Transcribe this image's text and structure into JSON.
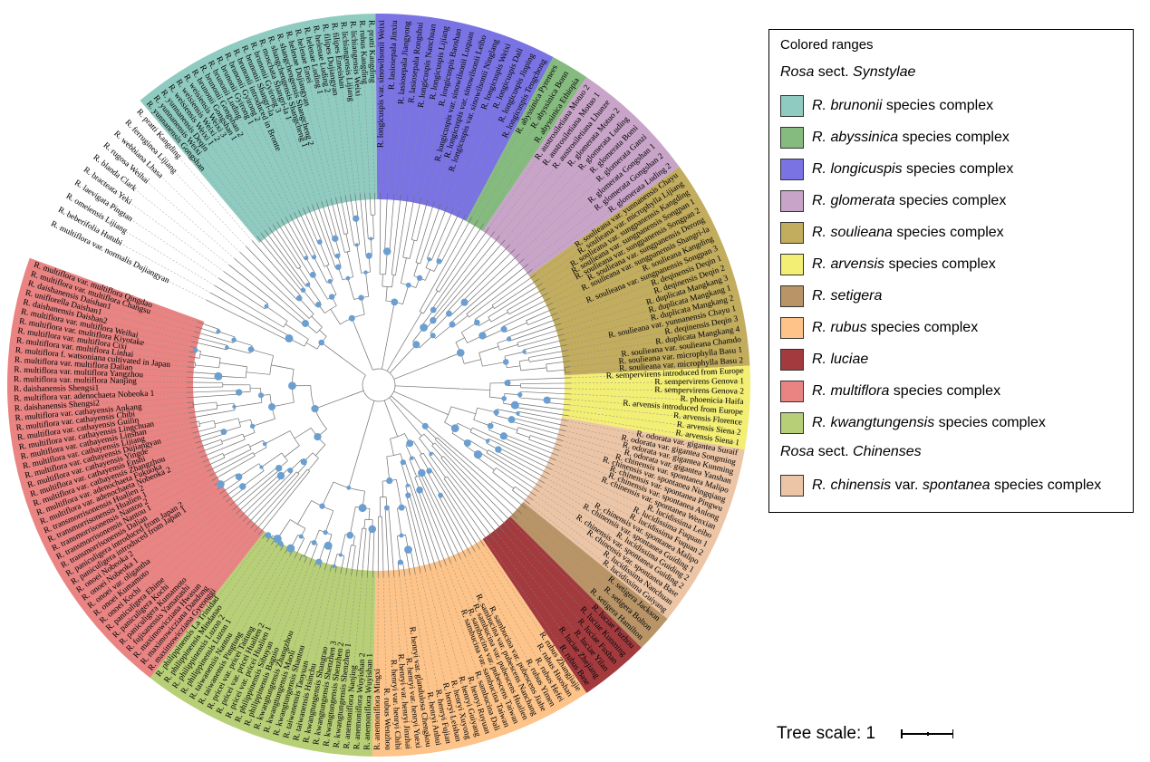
{
  "legend": {
    "title": "Colored ranges",
    "sections": [
      {
        "genus": "Rosa",
        "name": " sect. ",
        "taxon": "Synstylae",
        "items": [
          {
            "id": "brunonii",
            "italic": "R. brunonii",
            "rest": " species complex",
            "color": "#8fcbc0"
          },
          {
            "id": "abyssinica",
            "italic": "R. abyssinica",
            "rest": " species complex",
            "color": "#86bb80"
          },
          {
            "id": "longicuspis",
            "italic": "R. longicuspis",
            "rest": " species complex",
            "color": "#7a73e3"
          },
          {
            "id": "glomerata",
            "italic": "R. glomerata",
            "rest": " species complex",
            "color": "#c9a4c9"
          },
          {
            "id": "soulieana",
            "italic": "R. soulieana",
            "rest": " species complex",
            "color": "#c2ac5e"
          },
          {
            "id": "arvensis",
            "italic": "R. arvensis",
            "rest": " species complex",
            "color": "#f3ee74"
          },
          {
            "id": "setigera",
            "italic": "R. setigera",
            "rest": "",
            "color": "#b89467"
          },
          {
            "id": "rubus",
            "italic": "R. rubus",
            "rest": " species complex",
            "color": "#fdc388"
          },
          {
            "id": "luciae",
            "italic": "R. luciae",
            "rest": "",
            "color": "#a23a3e"
          },
          {
            "id": "multiflora",
            "italic": "R. multiflora",
            "rest": " species complex",
            "color": "#e98483"
          },
          {
            "id": "kwangtungensis",
            "italic": "R. kwangtungensis",
            "rest": " species complex",
            "color": "#b7cf76"
          }
        ]
      },
      {
        "genus": "Rosa",
        "name": " sect. ",
        "taxon": "Chinenses",
        "items": [
          {
            "id": "chinensis",
            "italic": "R. chinensis",
            "mid": " var. ",
            "italic2": "spontanea",
            "rest": " species complex",
            "color": "#ecc5a6"
          }
        ]
      }
    ]
  },
  "scale": {
    "label": "Tree scale: 1",
    "value": 1
  },
  "tree": {
    "clades": [
      {
        "id": "brunonii",
        "tips": [
          "R. yunnanensis Gongshan",
          "R. yunnanensis Weixi",
          "R. yunnanensis Deqin",
          "R. weisiensis Weixi 1",
          "R. weisiensis Weixi 2",
          "R. weisiensis Weixi 3",
          "R. brunonii Gongshan 1",
          "R. brunonii Gongshan 2",
          "R. brunonii Luding",
          "R. brunonii Gyirong 1",
          "R. brunonii Gyirong 2",
          "R. brunonii introduced in Bronte",
          "R. brunonii Shangri-la",
          "R. brunonii Gyirong 3",
          "R. moschata Shangri-la 1",
          "R. shangchengensis Shangcheng 1",
          "R. shangchengensis Shangcheng 2",
          "R. helenae Dujiangyan",
          "R. helenae Emei",
          "R. helenae Luding 1",
          "R. helenae Luding 2",
          "R. filipes Dujiangyan",
          "R. filipes Emeishan",
          "R. lichiangensis Lijiang",
          "R. lichiangensis Weixi",
          "R. rubus Kangding",
          "R. pratti Kangding"
        ]
      },
      {
        "id": "longicuspis",
        "tips": [
          "R. longicuspis var. sinowilsonii Weixi",
          "R. lasiosepala Jinxiu",
          "R. lasiosepala Jiangyong",
          "R. lasiosepala Rongshui",
          "R. longicuspis Nanchuan",
          "R. longicuspis Lijiang",
          "R. longicuspis Baoshan",
          "R. longicuspis var. sinowilsonii Luquan",
          "R. longicuspis var. sinowilsonii Leibo",
          "R. longicuspis var. sinowilsonii Ninglang",
          "R. longicuspis Weixi",
          "R. longicuspis Dali",
          "R. longicuspis Jinping",
          "R. longicuspis Tengchong"
        ]
      },
      {
        "id": "abyssinica",
        "tips": [
          "R. abyssinica Pyrenees",
          "R. abyssinica Bonn",
          "R. abyssinica Ethiopia"
        ]
      },
      {
        "id": "glomerata",
        "tips": [
          "R. austrosiletiana Motuo 2",
          "R. austrosiletiana Motuo 1",
          "R. austrosiletiana Lhunze",
          "R. glomerata Motuo 2",
          "R. glomerata Luding",
          "R. glomerata Bomi",
          "R. glomerata Ganzi",
          "R. glomerata Gongshan 1",
          "R. glomerata Gongshan 2",
          "R. glomerata Luding 2"
        ]
      },
      {
        "id": "soulieana",
        "tips": [
          "R. soulieana var. yunnanensis Chayu",
          "R. soulieana var. microphylla Lijiang",
          "R. soulieana var. sungpanensis Kangding",
          "R. soulieana var. sungpanensis Songpan 1",
          "R. soulieana var. sungpanensis Songpan 2",
          "R. soulieana var. sungpanensis Derong",
          "R. soulieana var. sungpanensis Shangri-la",
          "R. soulieana Kangding",
          "R. soulieana var. sungpanensis Songpan 3",
          "R. deqinensis Deqin 1",
          "R. deqinensis Deqin 2",
          "R. duplicata Mangkang 3",
          "R. duplicata Mangkang 1",
          "R. duplicata Mangkang 2",
          "R. soulieana var. yunnanensis Chayu 1",
          "R. deqinensis Deqin 3",
          "R. duplicata Mangkang 4",
          "R. soulieana var. soulieana Chamdo",
          "R. soulieana var. microphylla Basu 1",
          "R. soulieana var. microphylla Basu 2"
        ]
      },
      {
        "id": "arvensis",
        "tips": [
          "R. sempervirens introduced from Europe",
          "R. sempervirens Genova 1",
          "R. sempervirens Genova 2",
          "R. phoenicia Haifa",
          "R. arvensis introduced from Europe",
          "R. arvensis Florence",
          "R. arvensis Siena 2",
          "R. arvensis Siena 1"
        ]
      },
      {
        "id": "chinensis",
        "tips": [
          "R. odorata var. gigantea Suraif",
          "R. odorata var. gigantea Songming",
          "R. odorata var. gigantea Kunming",
          "R. odorata var. gigantea Yanshan",
          "R. chinensis var. spontanea Malipo",
          "R. chinensis var. spontanea Ningqiang",
          "R. chinensis var. spontanea Pingwu",
          "R. chinensis var. spontanea Anlong",
          "R. chinensis var. spontanea Wenxian",
          "R. lucidissima Leibo",
          "R. lucidissima Fuquan 1",
          "R. lucidissima Fuquan 2",
          "R. chinensis var. spontanea Malipo",
          "R. chinensis var. spontanea Guiding 1",
          "R. lucidissima Guiding 2",
          "R. chinensis var. spontanea Guiding 2",
          "R. chinensis var. spontanea Base",
          "R. lucidissima Nanchuan",
          "R. lucidissima Guiyang"
        ]
      },
      {
        "id": "setigera",
        "tips": [
          "R. setigera Jackson",
          "R. setigera Bolton",
          "R. setigera Hamilton"
        ]
      },
      {
        "id": "luciae",
        "tips": [
          "R. luciae Fuzhou",
          "R. luciae Kunming",
          "R. luciae Fushan",
          "R. luciae Yilan",
          "R. luciae Zhejiang",
          "R. rubus Base"
        ]
      },
      {
        "id": "rubus",
        "tips": [
          "R. rubus Zhangjiajie",
          "R. rubus Huoshan",
          "R. rubus Hefei",
          "R. rubus Yimen",
          "R. sambucina var. pubescens Jiahe",
          "R. sambucina var. pubescens Nanchang",
          "R. sambucina var. pubescens Hualien",
          "R. sambucina var. pubescens Taiwan",
          "R. sambucina var. sambucina Taiwan",
          "R. sambucina Dali",
          "R. henryi Ruyuan",
          "R. henryi Guiyang",
          "R. henryi Xuyong",
          "R. henryi Leishan",
          "R. henryi Fujian",
          "R. henryi Anhui",
          "R. henryi var. glandulosa Chengkou",
          "R. henryi var. henryi Yuexi",
          "R. henryi var. henryi Jinzhai",
          "R. henryi var. henryi Chibi",
          "R. rubus Wenzhou",
          "R. anemoniflora Mingxi"
        ]
      },
      {
        "id": "kwangtungensis",
        "tips": [
          "R. anemoniflora Wuyishan 1",
          "R. anemoniflora Wuyishan 2",
          "R. anemoniflora Nanjing",
          "R. kwangtungensis Shenzhen 1",
          "R. kwangtungensis Shenzhen 2",
          "R. kwangtungensis Shenzhen 3",
          "R. kwangtungensis Shangrao",
          "R. taiwanensis Hsinchu",
          "R. taiwanensis Taoyuan",
          "R. kwangtungensis Shantou",
          "R. kwangtungensis Maoli",
          "R. kwangtungensis Zhangzhou",
          "R. philippinensis Baguio",
          "R. philippinensis Sibuyan",
          "R. pricei var. pricei Hualien 1",
          "R. pricei var. pricei Hualien 2",
          "R. pricei var. pricei Taitung",
          "R. taiwanensis Pingtung",
          "R. taiwanensis Nantou",
          "R. philippinensis Luzon 1",
          "R. philippinensis Luzon 2",
          "R. philippinensis Mindanao",
          "R. philippinensis La Trinidad"
        ]
      },
      {
        "id": "multiflora",
        "tips": [
          "R. maximowicziana Gyeonggi",
          "R. maximowicziana Dandong",
          "R. maximowicziana Hwasun",
          "R. fujisanensis Yamanashi",
          "R. paniculigera Kumamoto",
          "R. paniculigera Kochi",
          "R. paniculigera Ehime",
          "R. onoei Kochi",
          "R. onoei Kumamoto",
          "R. onoei var. oligantha",
          "R. onoei Nobeoka 1",
          "R. onoei Nobeoka 2",
          "R. paniculigera introduced from Japan 1",
          "R. paniculigera introduced from Japan 2",
          "R. transmorrisonensis Dalian",
          "R. transmorrisonensis Nantou 1",
          "R. transmorrisonensis Nantou 2",
          "R. transmorrisonensis Hualien 1",
          "R. transmorrisonensis Hualien 2",
          "R. multiflora var. adenochaeta Nobeoka 2",
          "R. multiflora var. adenochaeta Fukuoka",
          "R. multiflora var. cathayensis Zhangzhou",
          "R. multiflora var. cathayensis Enshi",
          "R. multiflora var. cathayensis Yingde",
          "R. multiflora var. cathayensis Dujiangyan",
          "R. multiflora var. cathayensis Lijiang",
          "R. multiflora var. cathayensis Linshan",
          "R. multiflora var. cathayensis Lingchuan",
          "R. multiflora var. cathayensis Guilin",
          "R. multiflora var. cathayensis Chibi",
          "R. multiflora var. cathayensis Ankang",
          "R. daishanensis Shengsi2",
          "R. multiflora var. adenochaeta Nobeoka 1",
          "R. daishanensis Shengsi1",
          "R. multiflora var. multiflora Nanjing",
          "R. multiflora var. multiflora Yangzhou",
          "R. multiflora var. multiflora Dalian",
          "R. multiflora f. watsoniana cultivated in Japan",
          "R. multiflora var. multiflora Linhai",
          "R. multiflora var. multiflora Cixi",
          "R. multiflora var. multiflora Kiyotake",
          "R. multiflora var. multiflora Weihai",
          "R. daishanensis Daishan2",
          "R. uniflorella Daishan1",
          "R. daishanensis Daishan1",
          "R. multiflora var. multiflora Changsu",
          "R. multiflora var. multiflora Qingdao"
        ]
      },
      {
        "id": "outgroup",
        "tips": [
          "R. multiflora var. normalis Dujiangyan",
          "R. beberifolia Hutubi",
          "R. omeiensis Lijiang",
          "R. laevigata Pingtan",
          "R. bracteata Yeki",
          "R. blanda Clark",
          "R. rugosa Weihai",
          "R. webbiana Lhasa",
          "R. ferruginea Lijiang",
          "R. pratti Kangding"
        ]
      }
    ]
  }
}
